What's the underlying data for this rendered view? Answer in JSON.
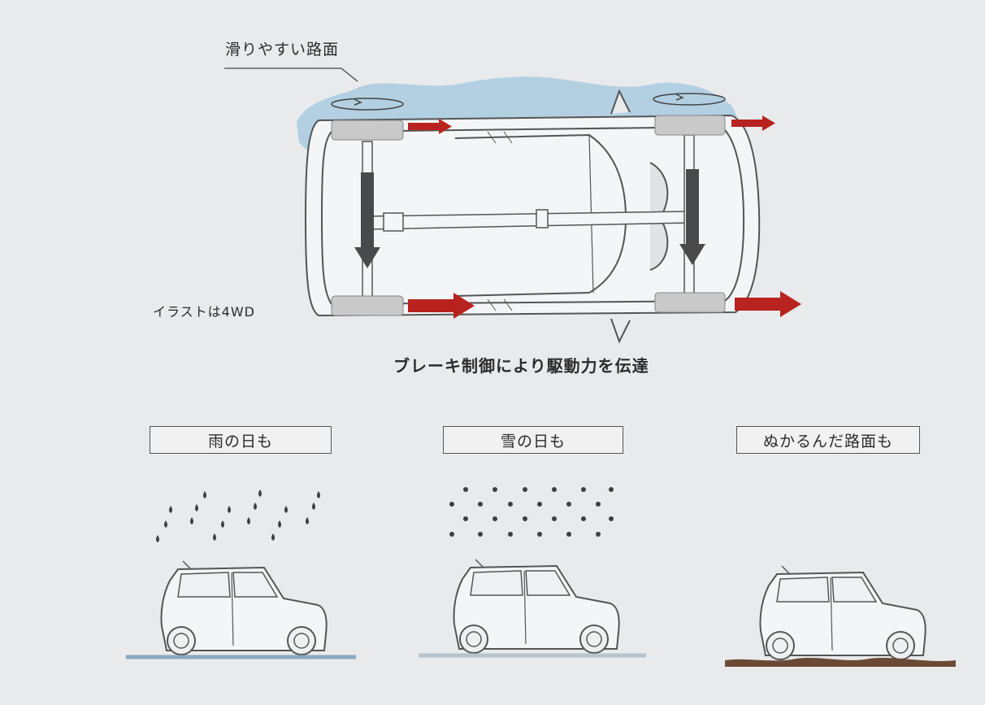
{
  "top_diagram": {
    "surface_label": "滑りやすい路面",
    "vehicle_note": "イラストは4WD",
    "caption": "ブレーキ制御により駆動力を伝達"
  },
  "conditions": [
    {
      "label": "雨の日も",
      "weather": "rain",
      "ground_color": "#8aa7bf"
    },
    {
      "label": "雪の日も",
      "weather": "snow",
      "ground_color": "#b8c4cc"
    },
    {
      "label": "ぬかるんだ路面も",
      "weather": "none",
      "ground_color": "#6b4a35"
    }
  ],
  "colors": {
    "water": "#a9cbe0",
    "drive_arrow": "#b8231f",
    "brake_arrow": "#4a4a4a",
    "wheel": "#c9c9c9"
  }
}
